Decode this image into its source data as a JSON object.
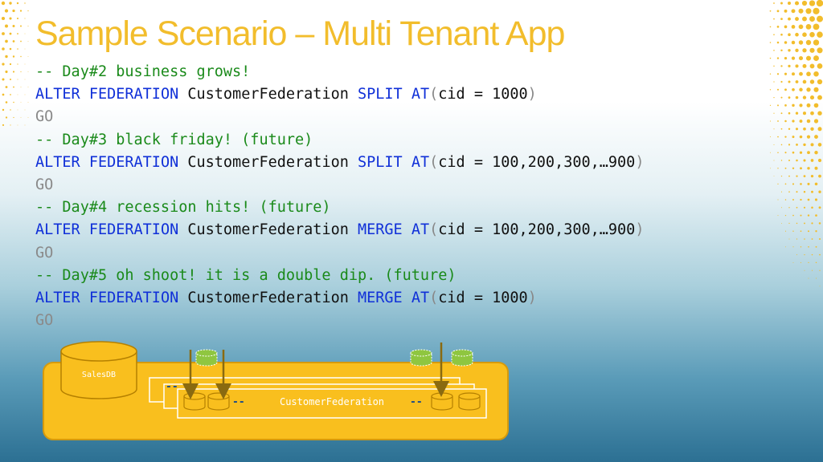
{
  "title": "Sample Scenario – Multi Tenant App",
  "code_lines": [
    [
      {
        "t": "-- Day#2 business grows!",
        "c": "comment"
      }
    ],
    [
      {
        "t": "ALTER",
        "c": "kw"
      },
      {
        "t": " ",
        "c": "plain"
      },
      {
        "t": "FEDERATION",
        "c": "kw"
      },
      {
        "t": " CustomerFederation ",
        "c": "plain"
      },
      {
        "t": "SPLIT",
        "c": "kw"
      },
      {
        "t": " ",
        "c": "plain"
      },
      {
        "t": "AT",
        "c": "kw"
      },
      {
        "t": "(",
        "c": "punct"
      },
      {
        "t": "cid = 1000",
        "c": "plain"
      },
      {
        "t": ")",
        "c": "punct"
      }
    ],
    [
      {
        "t": "GO",
        "c": "go"
      }
    ],
    [
      {
        "t": "-- Day#3 black friday! (future)",
        "c": "comment"
      }
    ],
    [
      {
        "t": "ALTER",
        "c": "kw"
      },
      {
        "t": " ",
        "c": "plain"
      },
      {
        "t": "FEDERATION",
        "c": "kw"
      },
      {
        "t": " CustomerFederation ",
        "c": "plain"
      },
      {
        "t": "SPLIT",
        "c": "kw"
      },
      {
        "t": " ",
        "c": "plain"
      },
      {
        "t": "AT",
        "c": "kw"
      },
      {
        "t": "(",
        "c": "punct"
      },
      {
        "t": "cid = 100,200,300,…900",
        "c": "plain"
      },
      {
        "t": ")",
        "c": "punct"
      }
    ],
    [
      {
        "t": "GO",
        "c": "go"
      }
    ],
    [
      {
        "t": "-- Day#4 recession hits! (future)",
        "c": "comment"
      }
    ],
    [
      {
        "t": "ALTER",
        "c": "kw"
      },
      {
        "t": " ",
        "c": "plain"
      },
      {
        "t": "FEDERATION",
        "c": "kw"
      },
      {
        "t": " CustomerFederation ",
        "c": "plain"
      },
      {
        "t": "MERGE",
        "c": "kw"
      },
      {
        "t": " ",
        "c": "plain"
      },
      {
        "t": "AT",
        "c": "kw"
      },
      {
        "t": "(",
        "c": "punct"
      },
      {
        "t": "cid = 100,200,300,…900",
        "c": "plain"
      },
      {
        "t": ")",
        "c": "punct"
      }
    ],
    [
      {
        "t": "GO",
        "c": "go"
      }
    ],
    [
      {
        "t": "-- Day#5 oh shoot! it is a double dip. (future)",
        "c": "comment"
      }
    ],
    [
      {
        "t": "ALTER",
        "c": "kw"
      },
      {
        "t": " ",
        "c": "plain"
      },
      {
        "t": "FEDERATION",
        "c": "kw"
      },
      {
        "t": " CustomerFederation ",
        "c": "plain"
      },
      {
        "t": "MERGE",
        "c": "kw"
      },
      {
        "t": " ",
        "c": "plain"
      },
      {
        "t": "AT",
        "c": "kw"
      },
      {
        "t": "(",
        "c": "punct"
      },
      {
        "t": "cid = 1000",
        "c": "plain"
      },
      {
        "t": ")",
        "c": "punct"
      }
    ],
    [
      {
        "t": "GO",
        "c": "go"
      }
    ]
  ],
  "diagram": {
    "db_label": "SalesDB",
    "federation_label": "CustomerFederation",
    "dash_marker": "--"
  },
  "colors": {
    "title": "#f2bd2c",
    "comment": "#1a8a1a",
    "keyword": "#1030d8",
    "gold": "#f9bf1e",
    "green_shard": "#8fc640",
    "arrow": "#8a6a10"
  }
}
